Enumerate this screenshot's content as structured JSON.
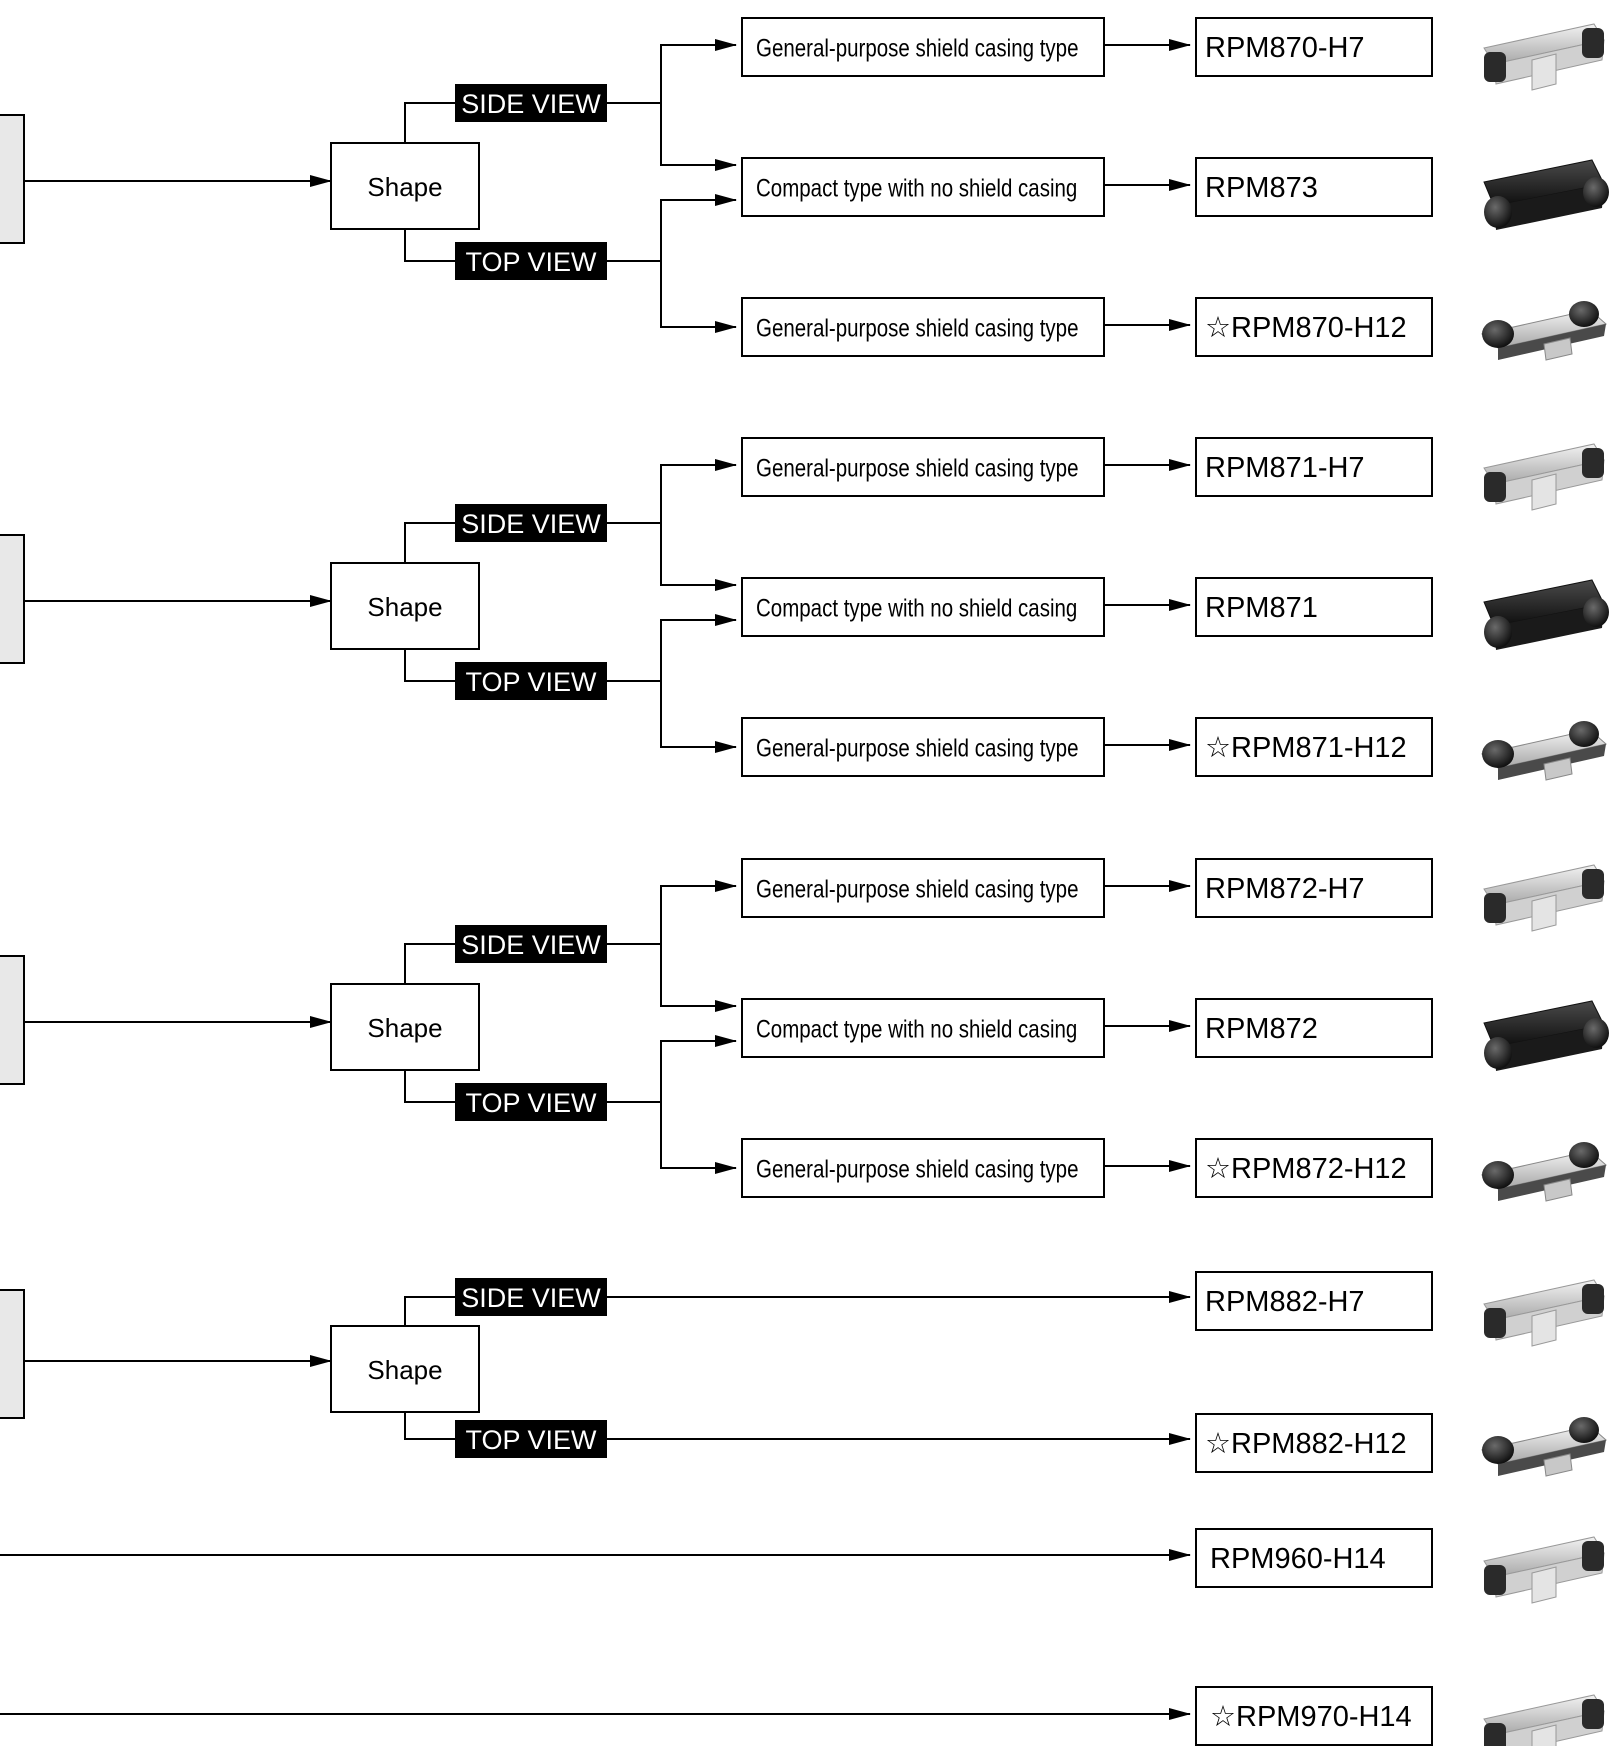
{
  "groups": [
    {
      "shape_label": "Shape",
      "side_label": "SIDE VIEW",
      "top_label": "TOP VIEW",
      "branches": [
        {
          "type": "General-purpose shield casing type",
          "model": "RPM870-H7",
          "photo": "grey-module-photo"
        },
        {
          "type": "Compact type with no shield casing",
          "model": "RPM873",
          "photo": "black-module-photo"
        },
        {
          "type": "General-purpose shield casing type",
          "model": "☆RPM870-H12",
          "photo": "topview-module-photo"
        }
      ]
    },
    {
      "shape_label": "Shape",
      "side_label": "SIDE VIEW",
      "top_label": "TOP VIEW",
      "branches": [
        {
          "type": "General-purpose shield casing type",
          "model": "RPM871-H7",
          "photo": "grey-module-photo"
        },
        {
          "type": "Compact type with no shield casing",
          "model": "RPM871",
          "photo": "black-module-photo"
        },
        {
          "type": "General-purpose shield casing type",
          "model": "☆RPM871-H12",
          "photo": "topview-module-photo"
        }
      ]
    },
    {
      "shape_label": "Shape",
      "side_label": "SIDE VIEW",
      "top_label": "TOP VIEW",
      "branches": [
        {
          "type": "General-purpose shield casing type",
          "model": "RPM872-H7",
          "photo": "grey-module-photo"
        },
        {
          "type": "Compact type with no shield casing",
          "model": "RPM872",
          "photo": "black-module-photo"
        },
        {
          "type": "General-purpose shield casing type",
          "model": "☆RPM872-H12",
          "photo": "topview-module-photo"
        }
      ]
    }
  ],
  "group4": {
    "shape_label": "Shape",
    "side_label": "SIDE VIEW",
    "top_label": "TOP VIEW",
    "side_model": "RPM882-H7",
    "top_model": "☆RPM882-H12"
  },
  "direct": [
    {
      "model": "RPM960-H14",
      "photo": "grey-module-photo"
    },
    {
      "model": "☆RPM970-H14",
      "photo": "grey-module-photo"
    }
  ],
  "colors": {
    "line": "#000000",
    "view_label_bg": "#000000",
    "view_label_text": "#ffffff",
    "source_box_fill": "#e8e8e8"
  }
}
